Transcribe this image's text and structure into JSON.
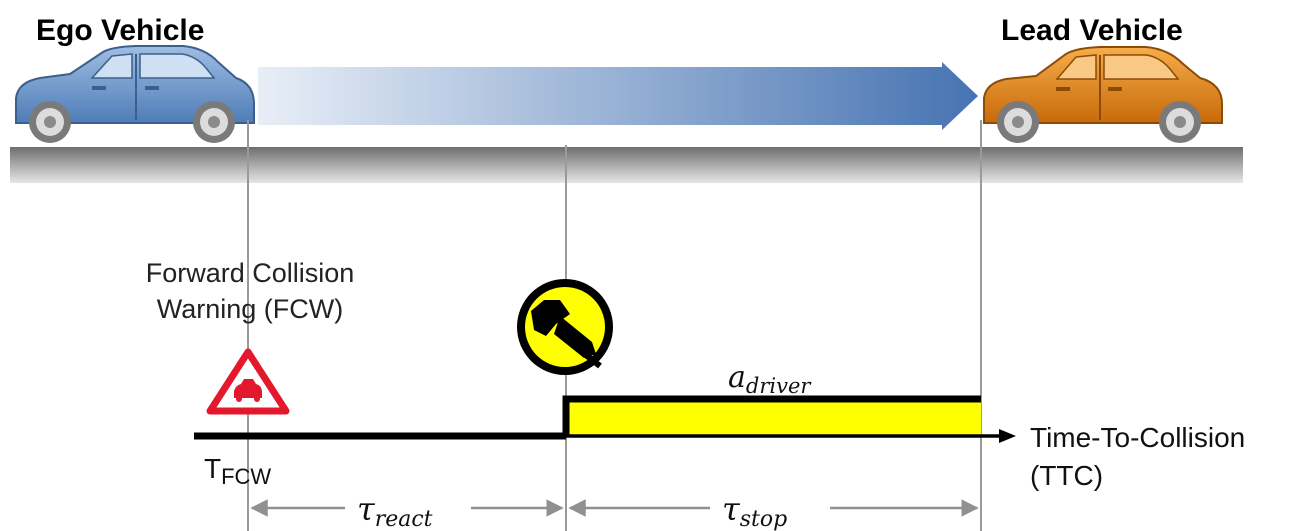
{
  "header": {
    "ego_label": "Ego Vehicle",
    "lead_label": "Lead Vehicle"
  },
  "warning": {
    "line1": "Forward Collision",
    "line2": "Warning (FCW)",
    "icon": "fcw-warning-triangle-icon"
  },
  "brake_icon": "brake-pedal-icon",
  "timeline": {
    "t_fcw_main": "T",
    "t_fcw_sub": "FCW",
    "axis_line1": "Time-To-Collision",
    "axis_line2": "(TTC)",
    "a_driver_main": "a",
    "a_driver_sub": "driver",
    "tau_react_main": "τ",
    "tau_react_sub": "react",
    "tau_stop_main": "τ",
    "tau_stop_sub": "stop"
  },
  "colors": {
    "ego_car": "#6f97c8",
    "lead_car": "#e08a1c",
    "arrow_start": "#e6edf6",
    "arrow_end": "#4a78b4",
    "braking_fill": "#ffff00",
    "warning_red": "#e3182d",
    "road": "#8c8c8c"
  }
}
